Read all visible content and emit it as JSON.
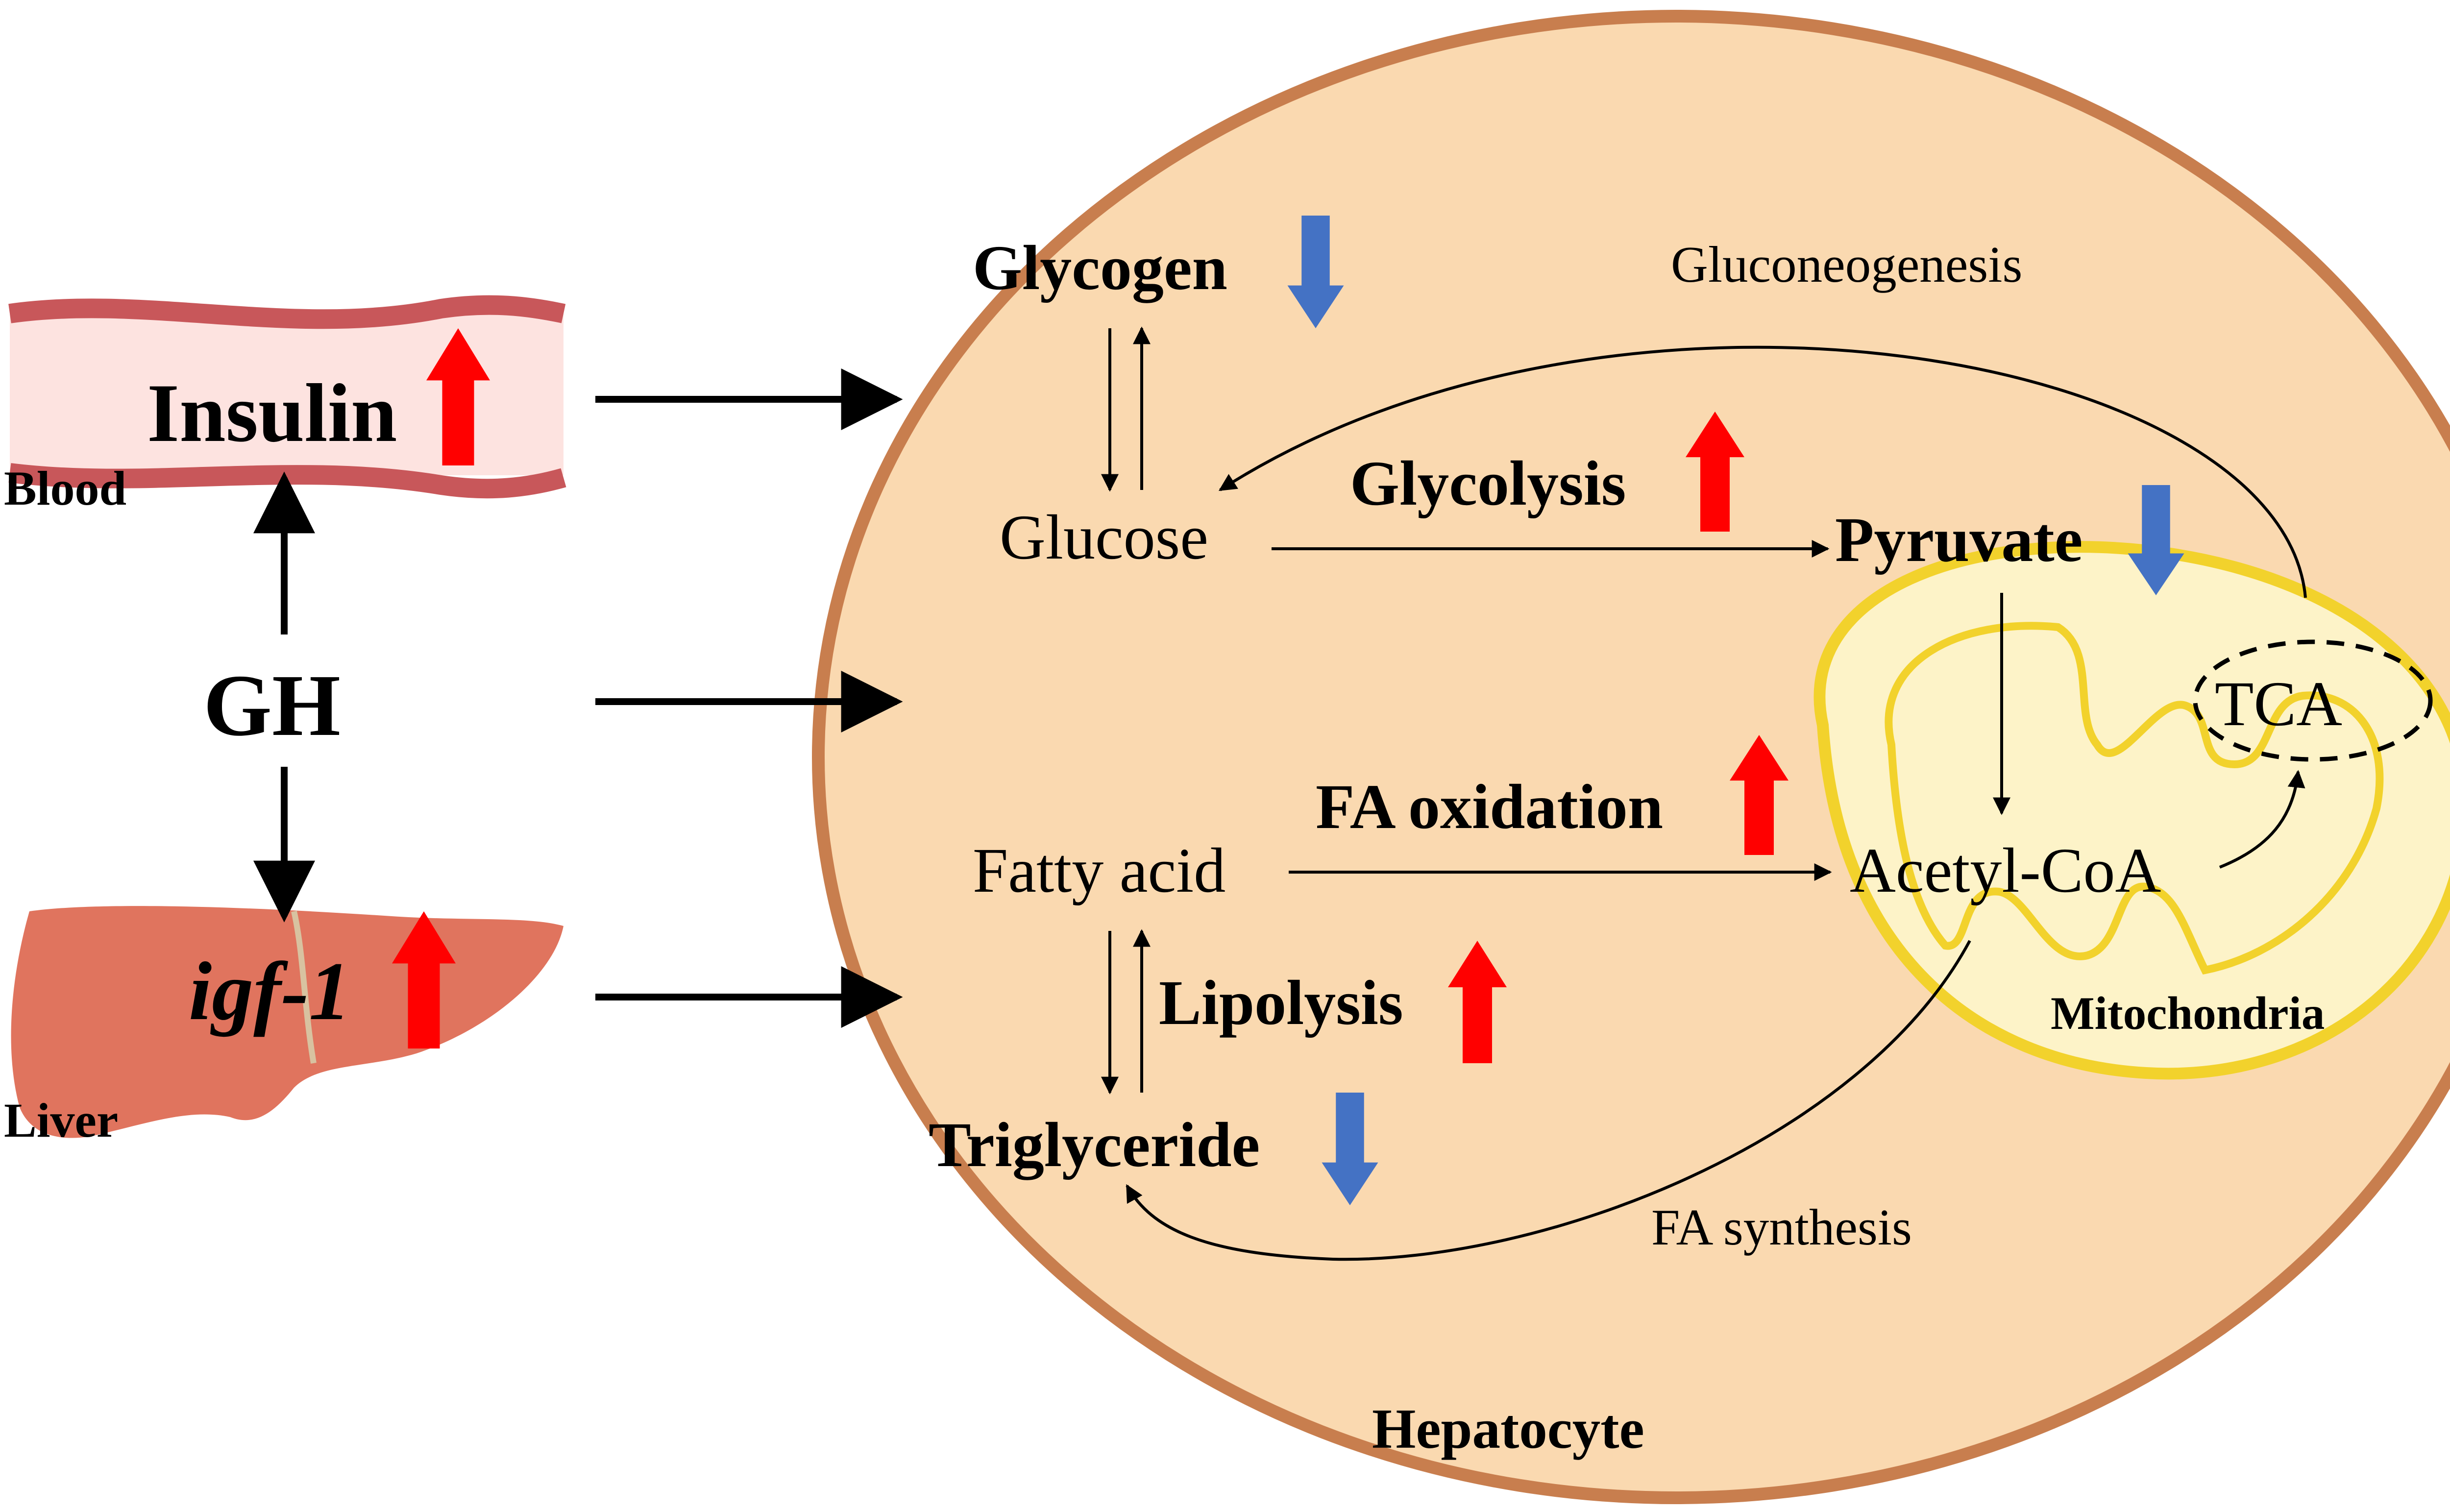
{
  "labels": {
    "insulin": "Insulin",
    "blood": "Blood",
    "gh": "GH",
    "igf1": "igf-1",
    "liver": "Liver",
    "glycogen": "Glycogen",
    "gluconeogenesis": "Gluconeogenesis",
    "glucose": "Glucose",
    "glycolysis": "Glycolysis",
    "pyruvate": "Pyruvate",
    "tca": "TCA",
    "fa_oxidation": "FA oxidation",
    "fatty_acid": "Fatty acid",
    "acetyl_coa": "Acetyl-CoA",
    "lipolysis": "Lipolysis",
    "mitochondria": "Mitochondria",
    "triglyceride": "Triglyceride",
    "fa_synthesis": "FA synthesis",
    "hepatocyte": "Hepatocyte"
  },
  "regulation": {
    "insulin": "up",
    "igf1": "up",
    "glycogen": "down",
    "glycolysis": "up",
    "pyruvate": "down",
    "fa_oxidation": "up",
    "lipolysis": "up",
    "triglyceride": "down"
  },
  "colors": {
    "up_arrow": "#ff0000",
    "down_arrow": "#4472c4",
    "cell_fill": "#fad9b0",
    "cell_border": "#c87e4e",
    "mito_fill": "#fdf3c8",
    "mito_border": "#f2d22c",
    "vessel_wall": "#c8575a",
    "vessel_lumen": "#fde3e0",
    "liver": "#e0745e"
  }
}
